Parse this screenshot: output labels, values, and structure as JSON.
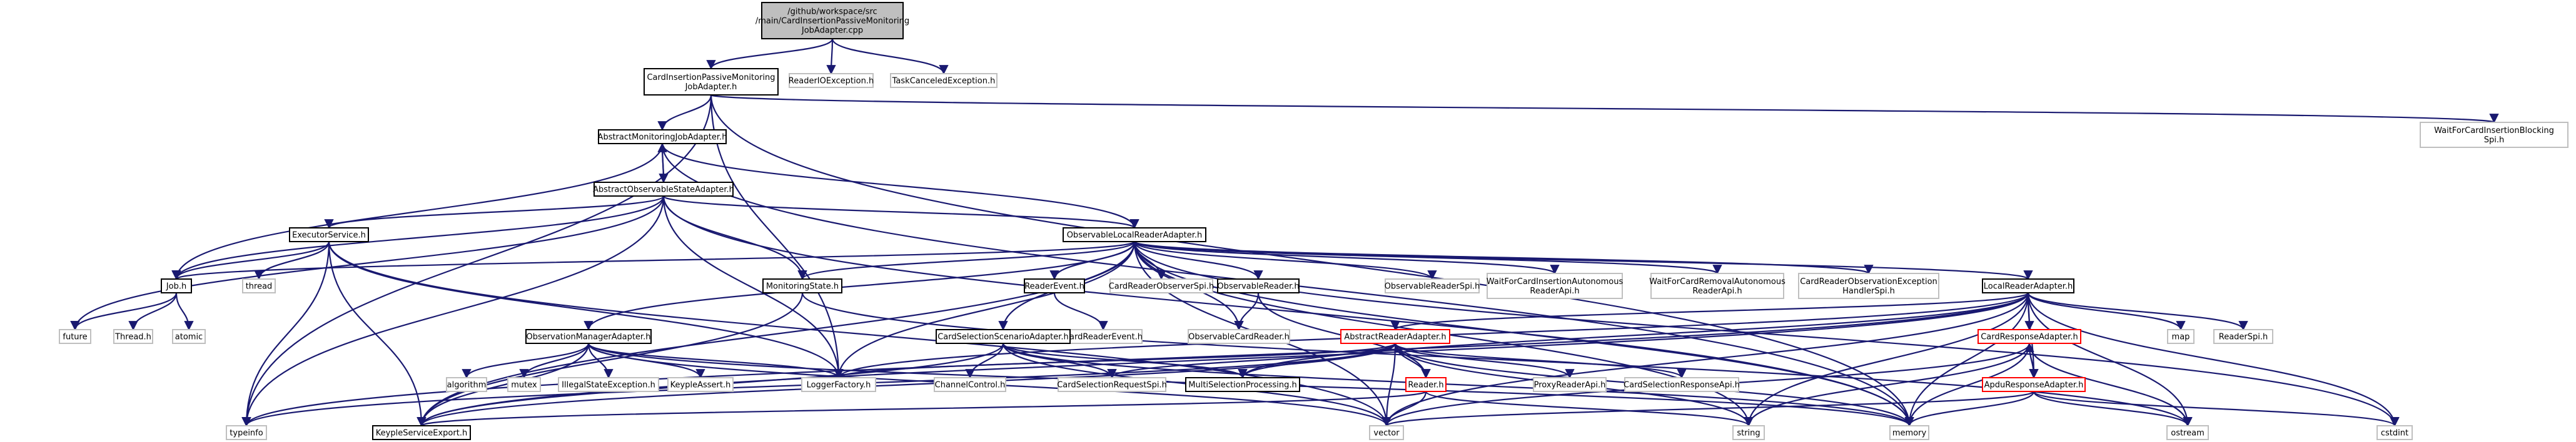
{
  "diagram": {
    "title": "Include dependency graph for CardInsertionPassiveMonitoringJobAdapter.cpp",
    "colors": {
      "edge": "#191970",
      "root_fill": "#bfbfbf",
      "external_border": "#bfbfbf",
      "red_border": "#ff0000"
    },
    "nodes": [
      {
        "id": "root",
        "lines": [
          "/github/workspace/src",
          "/main/CardInsertionPassiveMonitoring",
          "JobAdapter.cpp"
        ],
        "style": "root"
      },
      {
        "id": "cipmja_h",
        "lines": [
          "CardInsertionPassiveMonitoring",
          "JobAdapter.h"
        ],
        "style": "normal"
      },
      {
        "id": "reader_io",
        "lines": [
          "ReaderIOException.h"
        ],
        "style": "external"
      },
      {
        "id": "task_canceled",
        "lines": [
          "TaskCanceledException.h"
        ],
        "style": "external"
      },
      {
        "id": "wait_blocking",
        "lines": [
          "WaitForCardInsertionBlocking",
          "Spi.h"
        ],
        "style": "external"
      },
      {
        "id": "amja",
        "lines": [
          "AbstractMonitoringJobAdapter.h"
        ],
        "style": "normal"
      },
      {
        "id": "aosa",
        "lines": [
          "AbstractObservableStateAdapter.h"
        ],
        "style": "normal"
      },
      {
        "id": "executor",
        "lines": [
          "ExecutorService.h"
        ],
        "style": "normal"
      },
      {
        "id": "olra",
        "lines": [
          "ObservableLocalReaderAdapter.h"
        ],
        "style": "normal"
      },
      {
        "id": "job",
        "lines": [
          "Job.h"
        ],
        "style": "normal"
      },
      {
        "id": "thread",
        "lines": [
          "thread"
        ],
        "style": "external"
      },
      {
        "id": "future",
        "lines": [
          "future"
        ],
        "style": "external"
      },
      {
        "id": "Thread",
        "lines": [
          "Thread.h"
        ],
        "style": "external"
      },
      {
        "id": "atomic",
        "lines": [
          "atomic"
        ],
        "style": "external"
      },
      {
        "id": "monstate",
        "lines": [
          "MonitoringState.h"
        ],
        "style": "normal"
      },
      {
        "id": "readerevent",
        "lines": [
          "ReaderEvent.h"
        ],
        "style": "normal"
      },
      {
        "id": "cros",
        "lines": [
          "CardReaderObserverSpi.h"
        ],
        "style": "external"
      },
      {
        "id": "obsreader",
        "lines": [
          "ObservableReader.h"
        ],
        "style": "normal"
      },
      {
        "id": "obsreaderspi",
        "lines": [
          "ObservableReaderSpi.h"
        ],
        "style": "external"
      },
      {
        "id": "wfcia",
        "lines": [
          "WaitForCardInsertionAutonomous",
          "ReaderApi.h"
        ],
        "style": "external"
      },
      {
        "id": "wfcra",
        "lines": [
          "WaitForCardRemovalAutonomous",
          "ReaderApi.h"
        ],
        "style": "external"
      },
      {
        "id": "croeh",
        "lines": [
          "CardReaderObservationException",
          "HandlerSpi.h"
        ],
        "style": "external"
      },
      {
        "id": "lra",
        "lines": [
          "LocalReaderAdapter.h"
        ],
        "style": "normal"
      },
      {
        "id": "cardreaderevent",
        "lines": [
          "CardReaderEvent.h"
        ],
        "style": "external"
      },
      {
        "id": "obscardreader",
        "lines": [
          "ObservableCardReader.h"
        ],
        "style": "external"
      },
      {
        "id": "oma",
        "lines": [
          "ObservationManagerAdapter.h"
        ],
        "style": "normal"
      },
      {
        "id": "cssa",
        "lines": [
          "CardSelectionScenarioAdapter.h"
        ],
        "style": "normal"
      },
      {
        "id": "ara",
        "lines": [
          "AbstractReaderAdapter.h"
        ],
        "style": "red"
      },
      {
        "id": "cra",
        "lines": [
          "CardResponseAdapter.h"
        ],
        "style": "red"
      },
      {
        "id": "map",
        "lines": [
          "map"
        ],
        "style": "external"
      },
      {
        "id": "readerspi",
        "lines": [
          "ReaderSpi.h"
        ],
        "style": "external"
      },
      {
        "id": "algorithm",
        "lines": [
          "algorithm"
        ],
        "style": "external"
      },
      {
        "id": "mutex",
        "lines": [
          "mutex"
        ],
        "style": "external"
      },
      {
        "id": "illegalstate",
        "lines": [
          "IllegalStateException.h"
        ],
        "style": "external"
      },
      {
        "id": "keypleassert",
        "lines": [
          "KeypleAssert.h"
        ],
        "style": "external"
      },
      {
        "id": "loggerfactory",
        "lines": [
          "LoggerFactory.h"
        ],
        "style": "external"
      },
      {
        "id": "channelcontrol",
        "lines": [
          "ChannelControl.h"
        ],
        "style": "external"
      },
      {
        "id": "csrs",
        "lines": [
          "CardSelectionRequestSpi.h"
        ],
        "style": "external"
      },
      {
        "id": "multisel",
        "lines": [
          "MultiSelectionProcessing.h"
        ],
        "style": "normal"
      },
      {
        "id": "reader",
        "lines": [
          "Reader.h"
        ],
        "style": "red"
      },
      {
        "id": "proxyreader",
        "lines": [
          "ProxyReaderApi.h"
        ],
        "style": "external"
      },
      {
        "id": "csresp",
        "lines": [
          "CardSelectionResponseApi.h"
        ],
        "style": "external"
      },
      {
        "id": "ara2",
        "lines": [
          "ApduResponseAdapter.h"
        ],
        "style": "red"
      },
      {
        "id": "typeinfo",
        "lines": [
          "typeinfo"
        ],
        "style": "external"
      },
      {
        "id": "kse",
        "lines": [
          "KeypleServiceExport.h"
        ],
        "style": "normal"
      },
      {
        "id": "vector",
        "lines": [
          "vector"
        ],
        "style": "external"
      },
      {
        "id": "string",
        "lines": [
          "string"
        ],
        "style": "external"
      },
      {
        "id": "memory",
        "lines": [
          "memory"
        ],
        "style": "external"
      },
      {
        "id": "ostream",
        "lines": [
          "ostream"
        ],
        "style": "external"
      },
      {
        "id": "cstdint",
        "lines": [
          "cstdint"
        ],
        "style": "external"
      }
    ]
  }
}
